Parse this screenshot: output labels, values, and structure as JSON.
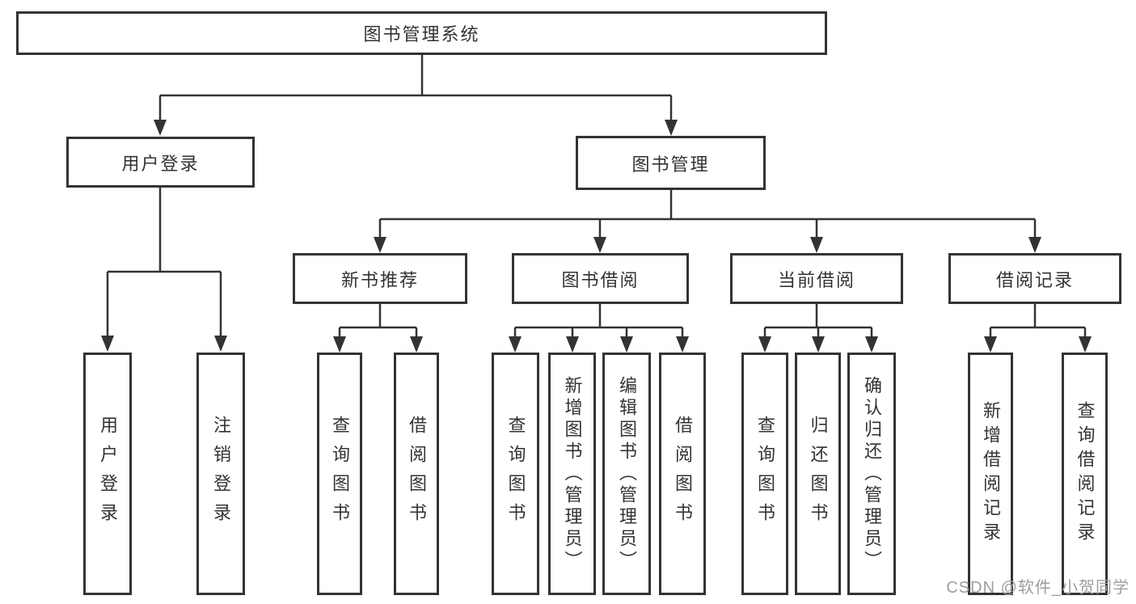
{
  "colors": {
    "line": "#333333",
    "text": "#333333",
    "background": "#ffffff",
    "watermark": "#9e9e9e"
  },
  "watermark": {
    "text": "CSDN @软件_小贺同学"
  },
  "tree": {
    "root": {
      "label": "图书管理系统",
      "children": [
        {
          "label": "用户登录",
          "children": [
            {
              "label": "用户登录"
            },
            {
              "label": "注销登录"
            }
          ]
        },
        {
          "label": "图书管理",
          "children": [
            {
              "label": "新书推荐",
              "children": [
                {
                  "label": "查询图书"
                },
                {
                  "label": "借阅图书"
                }
              ]
            },
            {
              "label": "图书借阅",
              "children": [
                {
                  "label": "查询图书"
                },
                {
                  "label": "新增图书（管理员）"
                },
                {
                  "label": "编辑图书（管理员）"
                },
                {
                  "label": "借阅图书"
                }
              ]
            },
            {
              "label": "当前借阅",
              "children": [
                {
                  "label": "查询图书"
                },
                {
                  "label": "归还图书"
                },
                {
                  "label": "确认归还（管理员）"
                }
              ]
            },
            {
              "label": "借阅记录",
              "children": [
                {
                  "label": "新增借阅记录"
                },
                {
                  "label": "查询借阅记录"
                }
              ]
            }
          ]
        }
      ]
    }
  }
}
